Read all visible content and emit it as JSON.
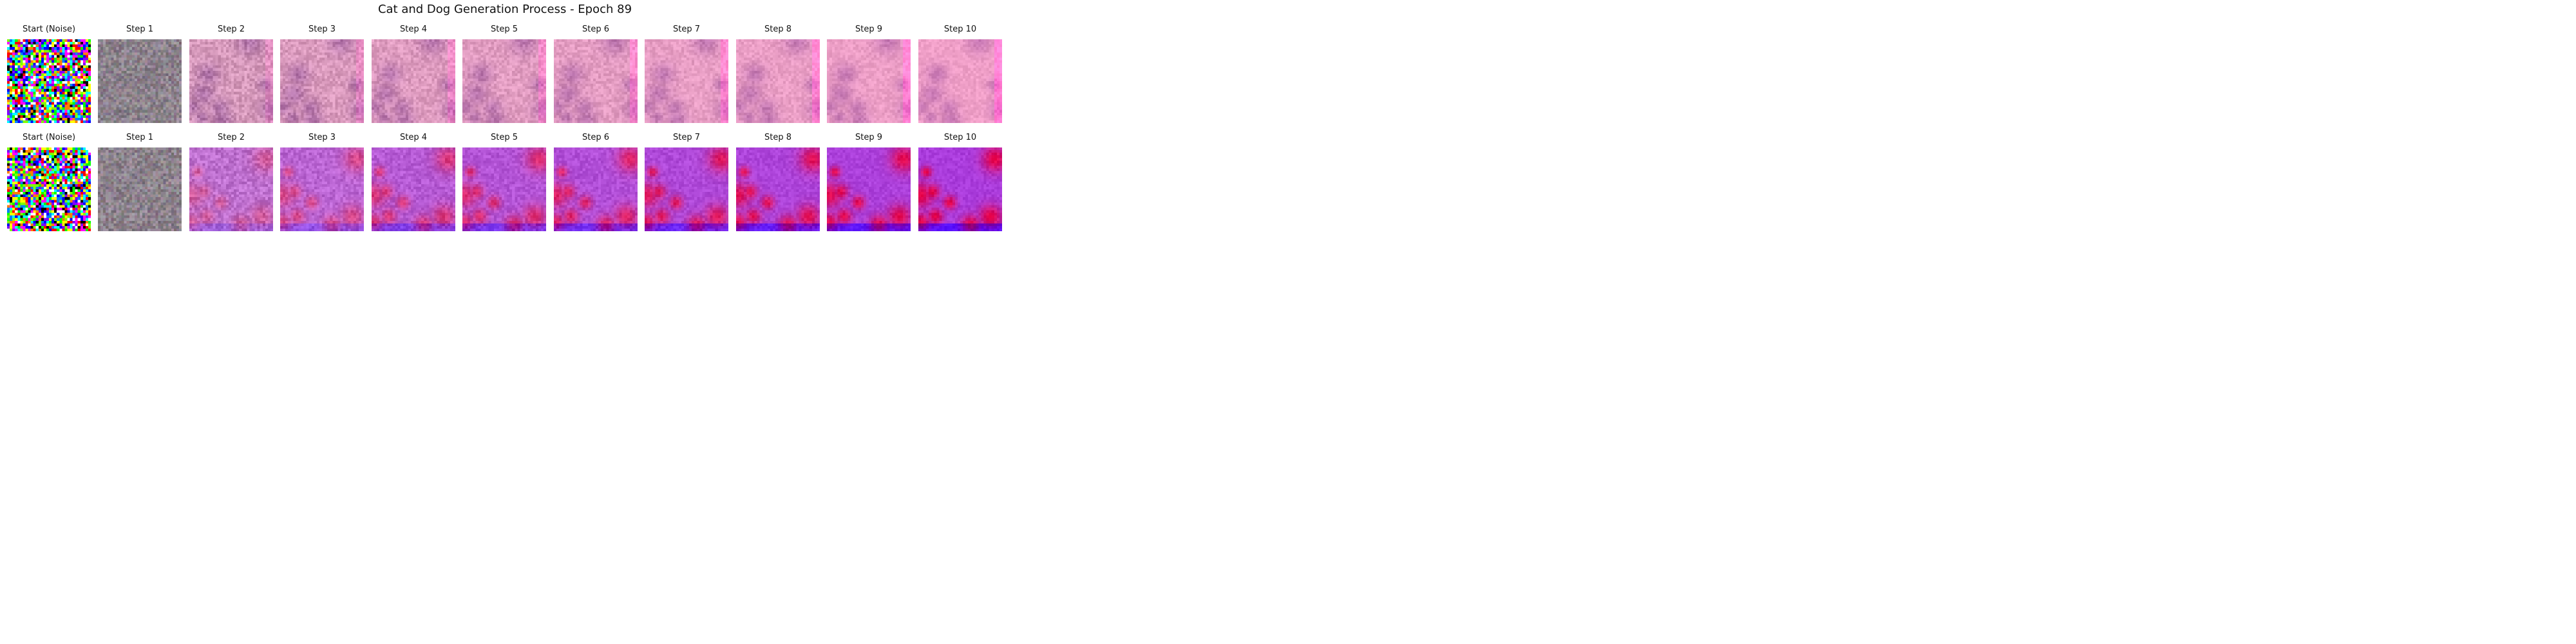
{
  "title": "Cat and Dog Generation Process - Epoch 89",
  "rows": [
    {
      "steps": [
        {
          "label": "Start (Noise)",
          "kind": "noise",
          "seed": 11,
          "strength": 0
        },
        {
          "label": "Step 1",
          "kind": "grey",
          "seed": 101,
          "strength": 0.05
        },
        {
          "label": "Step 2",
          "kind": "pink",
          "seed": 102,
          "strength": 0.35
        },
        {
          "label": "Step 3",
          "kind": "pink",
          "seed": 103,
          "strength": 0.45
        },
        {
          "label": "Step 4",
          "kind": "pink",
          "seed": 104,
          "strength": 0.55
        },
        {
          "label": "Step 5",
          "kind": "pink",
          "seed": 105,
          "strength": 0.62
        },
        {
          "label": "Step 6",
          "kind": "pink",
          "seed": 106,
          "strength": 0.7
        },
        {
          "label": "Step 7",
          "kind": "pink",
          "seed": 107,
          "strength": 0.78
        },
        {
          "label": "Step 8",
          "kind": "pink",
          "seed": 108,
          "strength": 0.85
        },
        {
          "label": "Step 9",
          "kind": "pink",
          "seed": 109,
          "strength": 0.92
        },
        {
          "label": "Step 10",
          "kind": "pink",
          "seed": 110,
          "strength": 1.0
        }
      ]
    },
    {
      "steps": [
        {
          "label": "Start (Noise)",
          "kind": "noise",
          "seed": 22,
          "strength": 0
        },
        {
          "label": "Step 1",
          "kind": "grey",
          "seed": 201,
          "strength": 0.05
        },
        {
          "label": "Step 2",
          "kind": "red",
          "seed": 202,
          "strength": 0.35
        },
        {
          "label": "Step 3",
          "kind": "red",
          "seed": 203,
          "strength": 0.5
        },
        {
          "label": "Step 4",
          "kind": "red",
          "seed": 204,
          "strength": 0.62
        },
        {
          "label": "Step 5",
          "kind": "red",
          "seed": 205,
          "strength": 0.7
        },
        {
          "label": "Step 6",
          "kind": "red",
          "seed": 206,
          "strength": 0.77
        },
        {
          "label": "Step 7",
          "kind": "red",
          "seed": 207,
          "strength": 0.84
        },
        {
          "label": "Step 8",
          "kind": "red",
          "seed": 208,
          "strength": 0.9
        },
        {
          "label": "Step 9",
          "kind": "red",
          "seed": 209,
          "strength": 0.95
        },
        {
          "label": "Step 10",
          "kind": "red",
          "seed": 210,
          "strength": 1.0
        }
      ]
    }
  ]
}
